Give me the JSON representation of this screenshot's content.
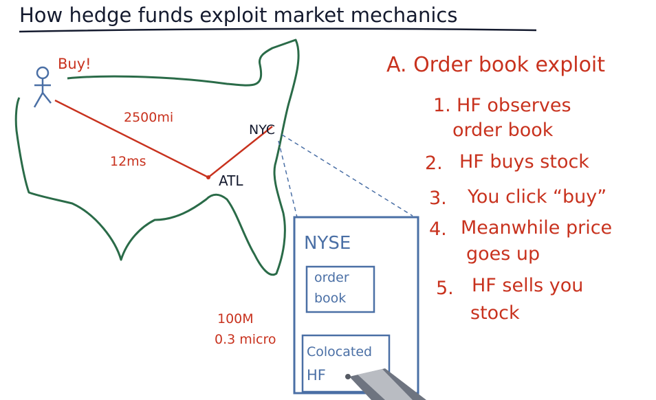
{
  "title": "How hedge funds exploit market mechanics",
  "map": {
    "buy_label": "Buy!",
    "distance_label": "2500mi",
    "latency_label": "12ms",
    "atl_label": "ATL",
    "nyc_label": "NYC"
  },
  "nyse": {
    "label": "NYSE",
    "order_book_line1": "order",
    "order_book_line2": "book",
    "colocated_line1": "Colocated",
    "colocated_line2": "HF"
  },
  "colocation": {
    "distance": "100M",
    "latency": "0.3 micro"
  },
  "exploit": {
    "heading": "A. Order book exploit",
    "steps": [
      {
        "n": "1.",
        "lines": [
          "HF observes",
          "order book"
        ]
      },
      {
        "n": "2.",
        "lines": [
          "HF buys stock"
        ]
      },
      {
        "n": "3.",
        "lines": [
          "You click “buy”"
        ]
      },
      {
        "n": "4.",
        "lines": [
          "Meanwhile price",
          "goes up"
        ]
      },
      {
        "n": "5.",
        "lines": [
          "HF sells you",
          "stock"
        ]
      }
    ]
  },
  "colors": {
    "title": "#141a2e",
    "map_outline": "#2a6b48",
    "annotation": "#c8321e",
    "nyse_box": "#4a6fa5"
  }
}
